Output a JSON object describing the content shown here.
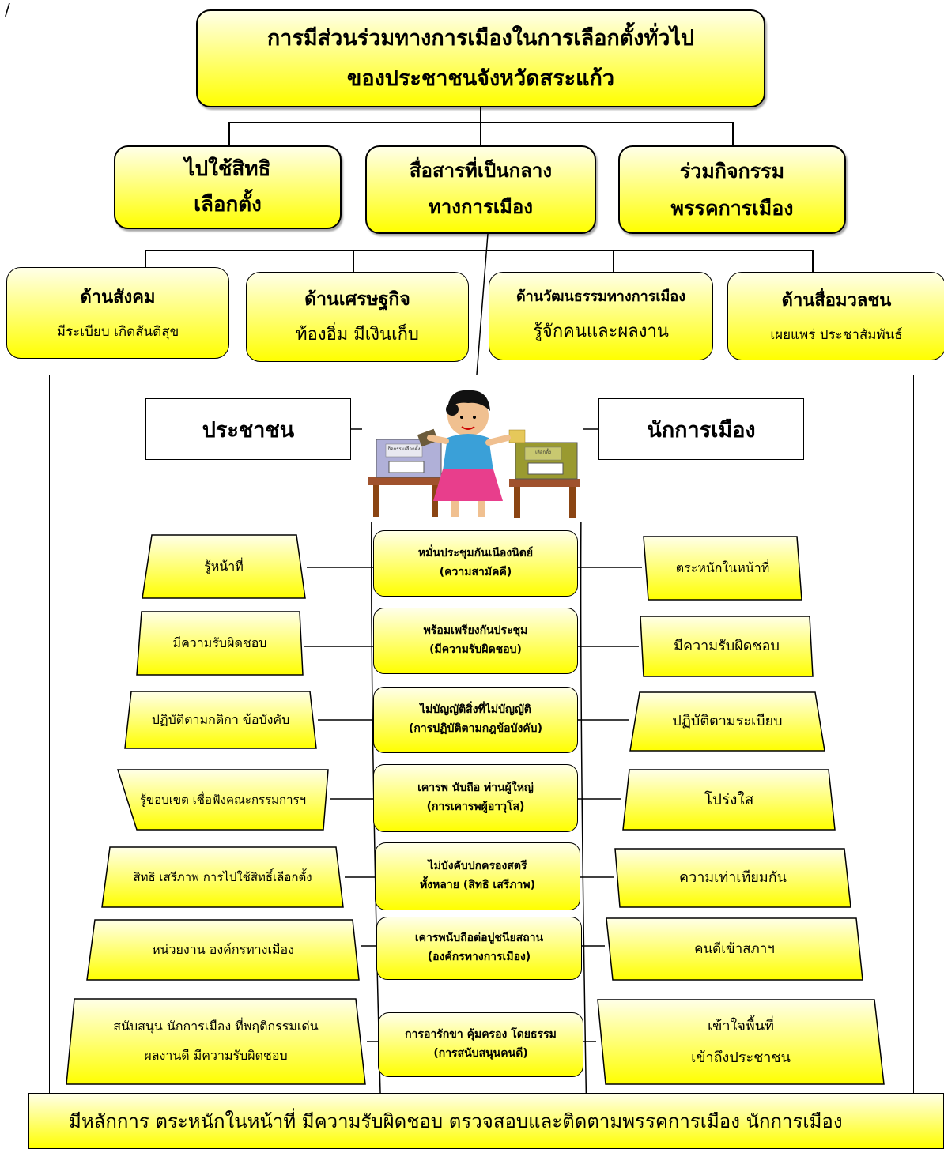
{
  "corner_mark": "/",
  "title": {
    "line1": "การมีส่วนร่วมทางการเมืองในการเลือกตั้งทั่วไป",
    "line2": "ของประชาชนจังหวัดสระแก้ว"
  },
  "level2": [
    {
      "line1": "ไปใช้สิทธิ",
      "line2": "เลือกตั้ง"
    },
    {
      "line1": "สื่อสารที่เป็นกลาง",
      "line2": "ทางการเมือง"
    },
    {
      "line1": "ร่วมกิจกรรม",
      "line2": "พรรคการเมือง"
    }
  ],
  "level3": [
    {
      "title": "ด้านสังคม",
      "sub": "มีระเบียบ เกิดสันติสุข"
    },
    {
      "title": "ด้านเศรษฐกิจ",
      "sub": "ท้องอิ่ม มีเงินเก็บ"
    },
    {
      "title": "ด้านวัฒนธรรมทางการเมือง",
      "sub": "รู้จักคนและผลงาน"
    },
    {
      "title": "ด้านสื่อมวลชน",
      "sub": "เผยแพร่ ประชาสัมพันธ์"
    }
  ],
  "left_header": "ประชาชน",
  "right_header": "นักการเมือง",
  "left_items": [
    "รู้หน้าที่",
    "มีความรับผิดชอบ",
    "ปฏิบัติตามกติกา ข้อบังคับ",
    "รู้ขอบเขต เชื่อฟังคณะกรรมการฯ",
    "สิทธิ เสรีภาพ การไปใช้สิทธิ์เลือกตั้ง",
    "หน่วยงาน องค์กรทางเมือง",
    [
      "สนับสนุน นักการเมือง ที่พฤติกรรมเด่น",
      "ผลงานดี มีความรับผิดชอบ"
    ]
  ],
  "center_items": [
    [
      "หมั่นประชุมกันเนืองนิตย์",
      "(ความสามัคคี)"
    ],
    [
      "พร้อมเพรียงกันประชุม",
      "(มีความรับผิดชอบ)"
    ],
    [
      "ไม่บัญญัติสิ่งที่ไม่บัญญัติ",
      "(การปฏิบัติตามกฎข้อบังคับ)"
    ],
    [
      "เคารพ นับถือ ท่านผู้ใหญ่",
      "(การเคารพผู้อาวุโส)"
    ],
    [
      "ไม่บังคับปกครองสตรี",
      "ทั้งหลาย (สิทธิ เสรีภาพ)"
    ],
    [
      "เคารพนับถือต่อปูชนียสถาน",
      "(องค์กรทางการเมือง)"
    ],
    [
      "การอารักขา คุ้มครอง โดยธรรม",
      "(การสนับสนุนคนดี)"
    ]
  ],
  "right_items": [
    "ตระหนักในหน้าที่",
    "มีความรับผิดชอบ",
    "ปฏิบัติตามระเบียบ",
    "โปร่งใส",
    "ความเท่าเทียมกัน",
    "คนดีเข้าสภาฯ",
    [
      "เข้าใจพื้นที่",
      "เข้าถึงประชาชน"
    ]
  ],
  "ballot_labels": {
    "left": "กิจกรรมเลือกตั้ง",
    "right": "เลือกตั้ง"
  },
  "footer": "มีหลักการ ตระหนักในหน้าที่ มีความรับผิดชอบ ตรวจสอบและติดตามพรรคการเมือง นักการเมือง",
  "colors": {
    "fill_top": "#ffffe8",
    "fill_bottom": "#ffff00",
    "stroke": "#000000"
  }
}
